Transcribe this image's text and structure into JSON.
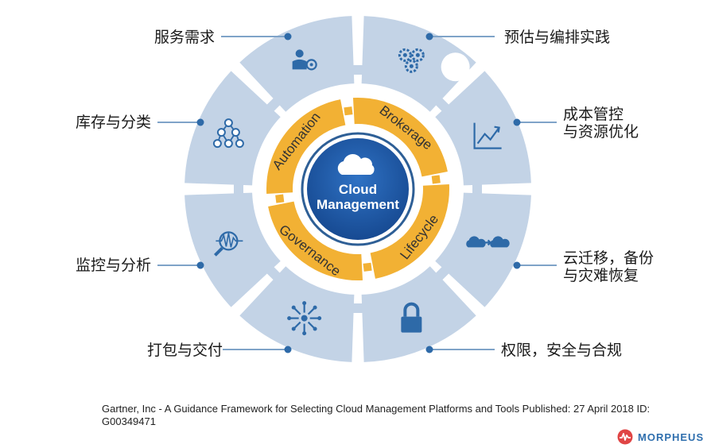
{
  "center": {
    "line1": "Cloud",
    "line2": "Management"
  },
  "inner_ring": [
    "Brokerage",
    "Lifecycle",
    "Governance",
    "Automation"
  ],
  "outer_items": [
    {
      "label_lines": [
        "服务需求"
      ],
      "icon": "user-gear-icon"
    },
    {
      "label_lines": [
        "预估与编排实践"
      ],
      "icon": "gears-icon"
    },
    {
      "label_lines": [
        "成本管控",
        "与资源优化"
      ],
      "icon": "trend-chart-icon"
    },
    {
      "label_lines": [
        "云迁移，备份",
        "与灾难恢复"
      ],
      "icon": "cloud-transfer-icon"
    },
    {
      "label_lines": [
        "权限，安全与合规"
      ],
      "icon": "lock-icon"
    },
    {
      "label_lines": [
        "打包与交付"
      ],
      "icon": "distribute-icon"
    },
    {
      "label_lines": [
        "监控与分析"
      ],
      "icon": "monitor-analyze-icon"
    },
    {
      "label_lines": [
        "库存与分类"
      ],
      "icon": "hierarchy-icon"
    }
  ],
  "footer": "Gartner, Inc - A Guidance Framework for Selecting Cloud Management Platforms and Tools Published: 27 April 2018 ID: G00349471",
  "brand": {
    "name": "MORPHEUS"
  },
  "colors": {
    "outer_segment": "#c3d3e6",
    "inner_ring": "#f2b134",
    "core": "#1f5aa8",
    "core_ring": "#2e5f96",
    "icon": "#2e6aa8"
  }
}
